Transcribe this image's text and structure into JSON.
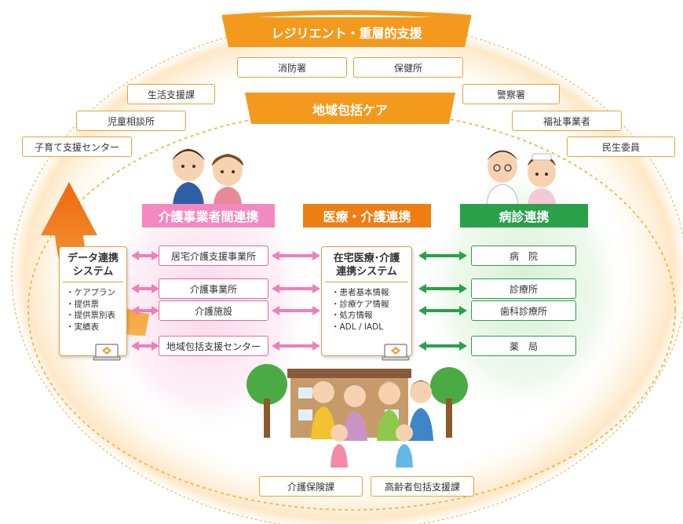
{
  "ribbons": {
    "outer": "レジリエント・重層的支援",
    "inner": "地域包括ケア"
  },
  "outer_agencies": {
    "shobo": "消防署",
    "hoken": "保健所",
    "seikatsu": "生活支援課",
    "keisatsu": "警察署",
    "jido": "児童相談所",
    "fukushi": "福祉事業者",
    "kosodate": "子育て支援センター",
    "minsei": "民生委員"
  },
  "bands": {
    "kaigo": "介護事業者間連携",
    "iryo": "医療・介護連携",
    "byoshin": "病診連携"
  },
  "left_card": {
    "title_line1": "データ連携",
    "title_line2": "システム",
    "items": [
      "ケアプラン",
      "提供票",
      "提供票別表",
      "実績表"
    ]
  },
  "center_card": {
    "title_line1": "在宅医療･介護",
    "title_line2": "連携システム",
    "items": [
      "患者基本情報",
      "診療ケア情報",
      "処方情報",
      "ADL / IADL"
    ]
  },
  "care_boxes": {
    "kyotaku": "居宅介護支援事業所",
    "jigyosho": "介護事業所",
    "shisetsu": "介護施設",
    "chiiki": "地域包括支援センター"
  },
  "medical_boxes": {
    "byoin": "病　院",
    "shinryojo": "診療所",
    "shika": "歯科診療所",
    "yakkyoku": "薬　局"
  },
  "bottom_boxes": {
    "kaigo_hoken": "介護保険課",
    "koreisha": "高齢者包括支援課"
  },
  "colors": {
    "orange": "#f39a1e",
    "pink": "#ef7fb7",
    "pink_band": "#f28ac0",
    "green": "#2aa04a",
    "orange_band": "#ee7d12",
    "dotted": "#f2b54a"
  }
}
